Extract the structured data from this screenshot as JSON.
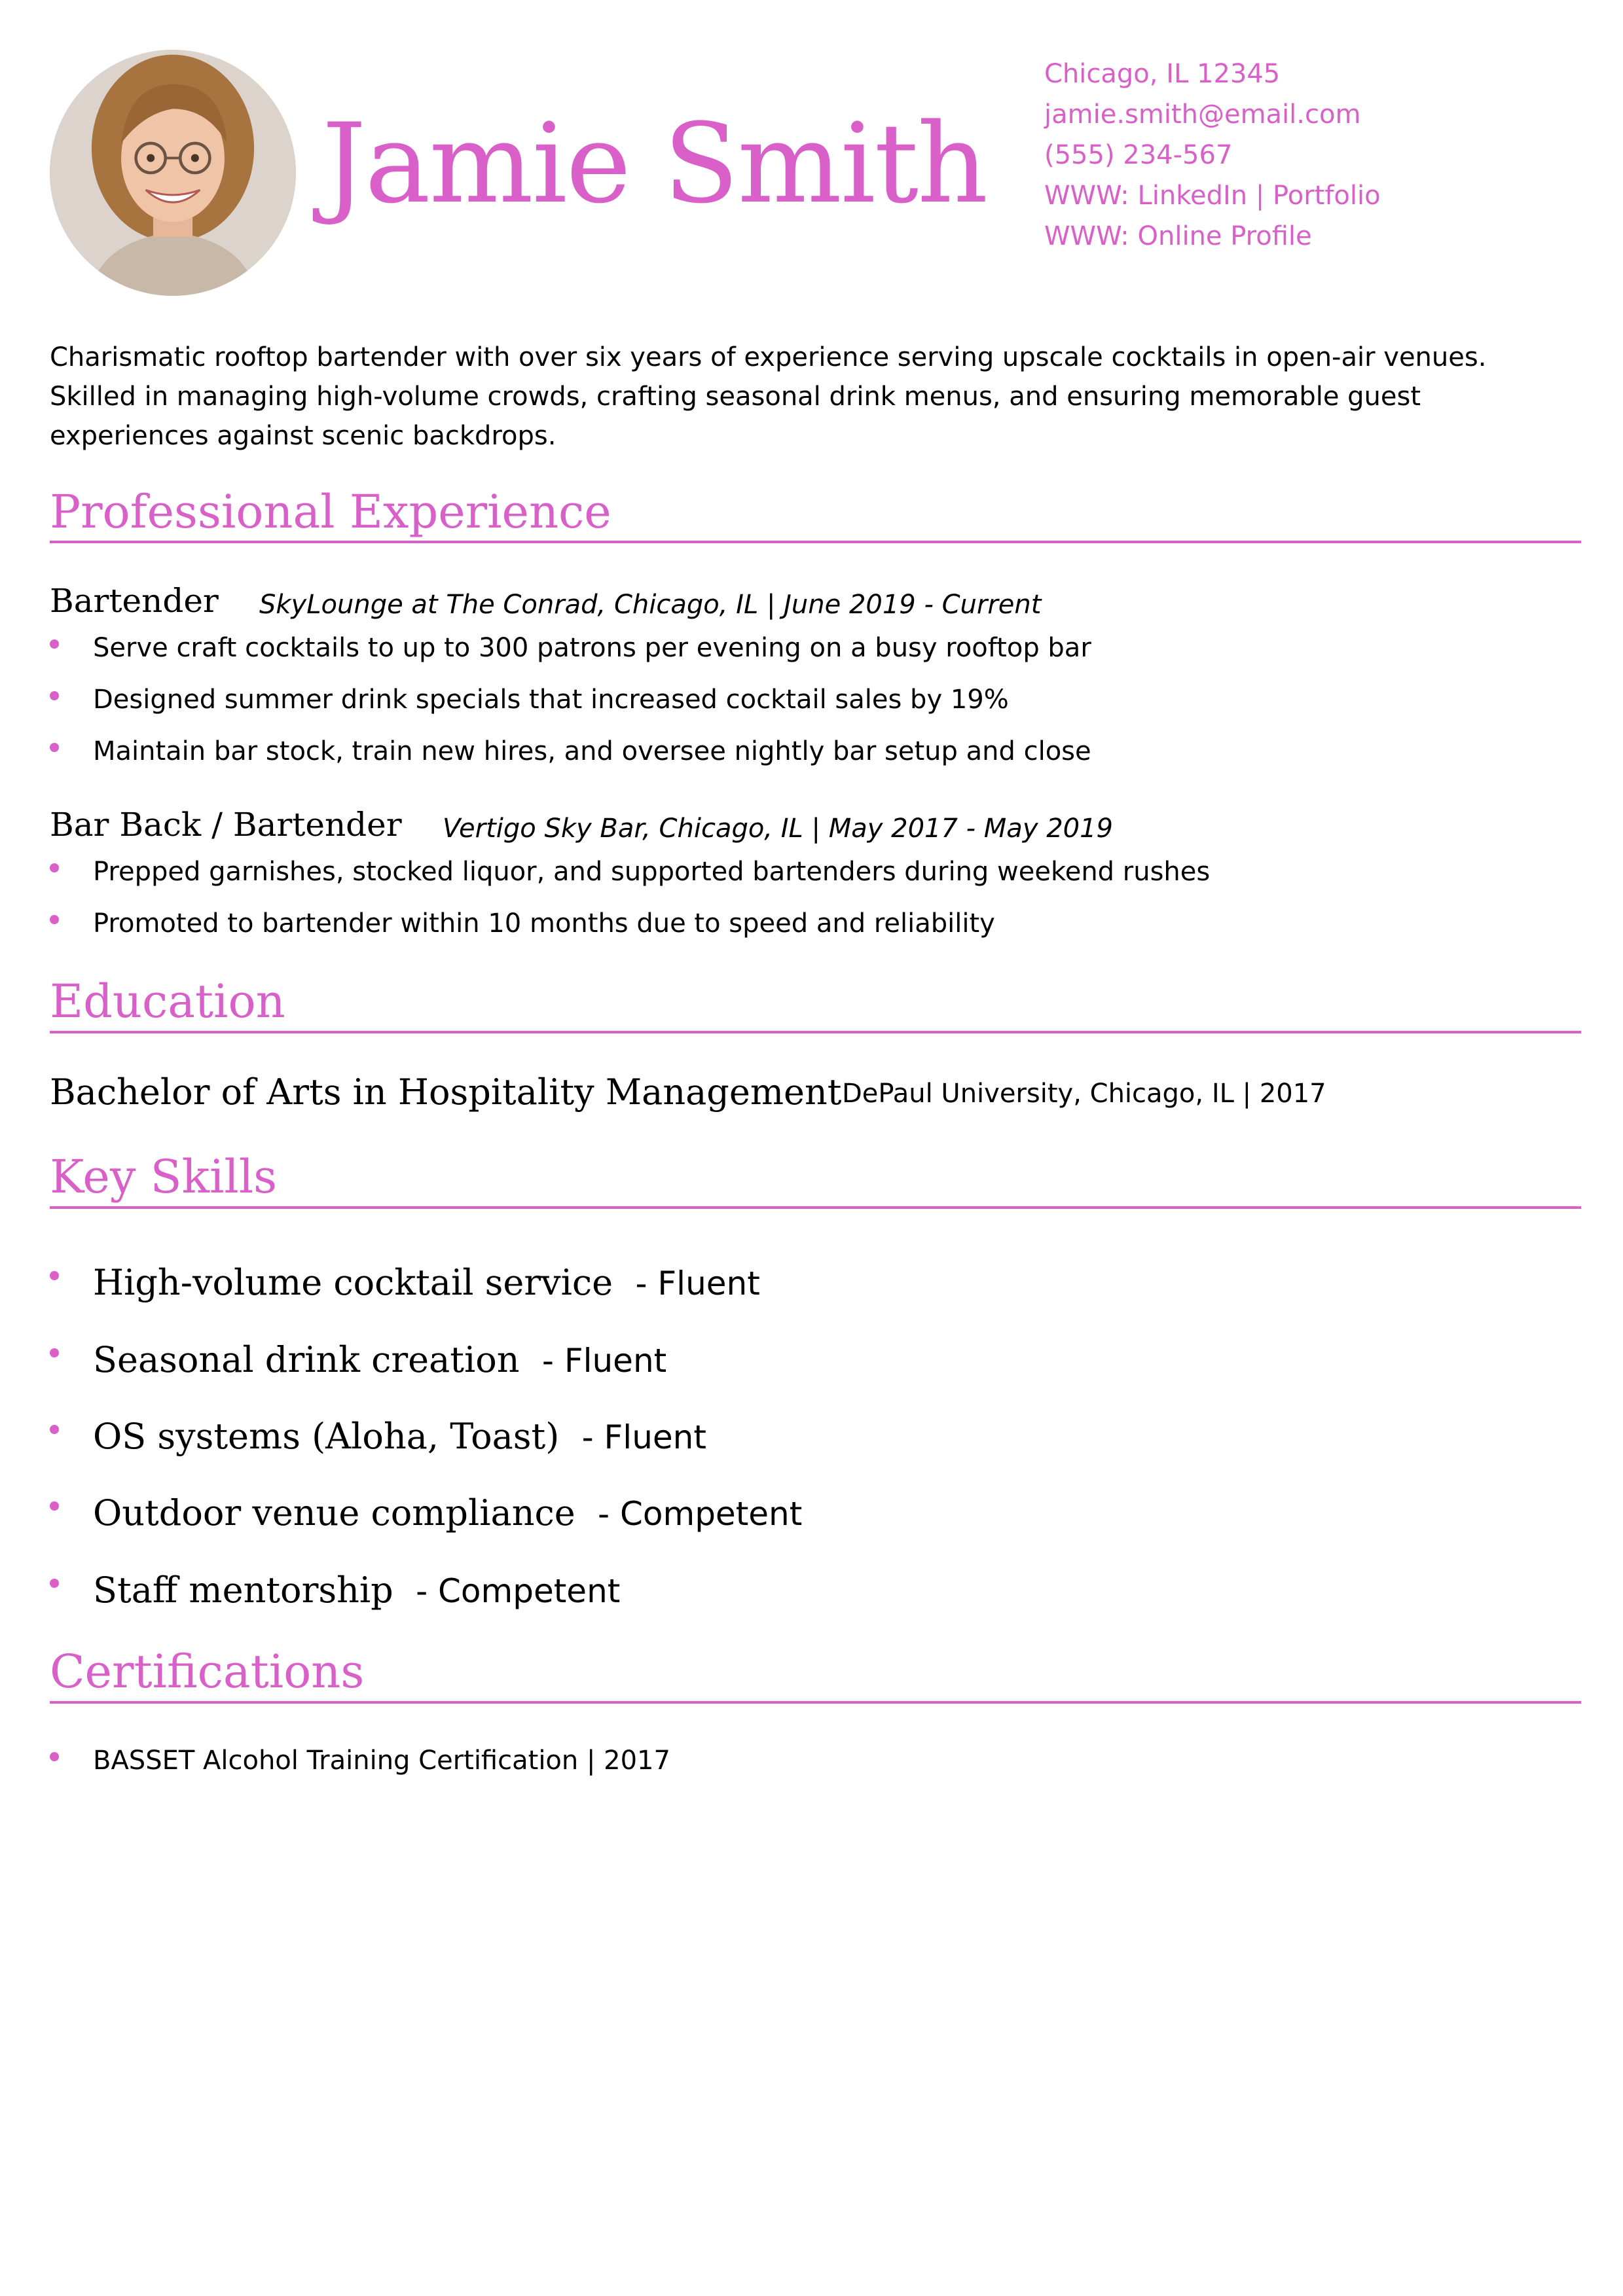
{
  "header": {
    "name": "Jamie Smith",
    "contact": {
      "location": "Chicago, IL 12345",
      "email": "jamie.smith@email.com",
      "phone": "(555) 234-567",
      "web1": "WWW: LinkedIn | Portfolio",
      "web2": "WWW: Online Profile"
    }
  },
  "summary": "Charismatic rooftop bartender with over six years of experience serving upscale cocktails in open-air venues. Skilled in managing high-volume crowds, crafting seasonal drink menus, and ensuring memorable guest experiences against scenic backdrops.",
  "experience": {
    "title": "Professional Experience",
    "jobs": [
      {
        "role": "Bartender",
        "meta": "SkyLounge at The Conrad, Chicago, IL | June 2019 - Current",
        "bullets": [
          "Serve craft cocktails to up to 300 patrons per evening on a busy rooftop bar",
          "Designed summer drink specials that increased cocktail sales by 19%",
          "Maintain bar stock, train new hires, and oversee nightly bar setup and close"
        ]
      },
      {
        "role": "Bar Back / Bartender",
        "meta": "Vertigo Sky Bar, Chicago, IL | May 2017 - May 2019",
        "bullets": [
          "Prepped garnishes, stocked liquor, and supported bartenders during weekend rushes",
          "Promoted to bartender within 10 months due to speed and reliability"
        ]
      }
    ]
  },
  "education": {
    "title": "Education",
    "degree": "Bachelor of Arts in Hospitality Management",
    "meta": "DePaul University, Chicago, IL | 2017"
  },
  "skills": {
    "title": "Key Skills",
    "items": [
      {
        "name": "High-volume cocktail service",
        "level": "- Fluent"
      },
      {
        "name": "Seasonal drink creation",
        "level": "- Fluent"
      },
      {
        "name": "OS systems (Aloha, Toast)",
        "level": "- Fluent"
      },
      {
        "name": "Outdoor venue compliance",
        "level": "- Competent"
      },
      {
        "name": "Staff mentorship",
        "level": "- Competent"
      }
    ]
  },
  "certifications": {
    "title": "Certifications",
    "items": [
      "BASSET Alcohol Training Certification | 2017"
    ]
  },
  "colors": {
    "accent": "#d960c8",
    "text": "#000000",
    "background": "#ffffff"
  }
}
